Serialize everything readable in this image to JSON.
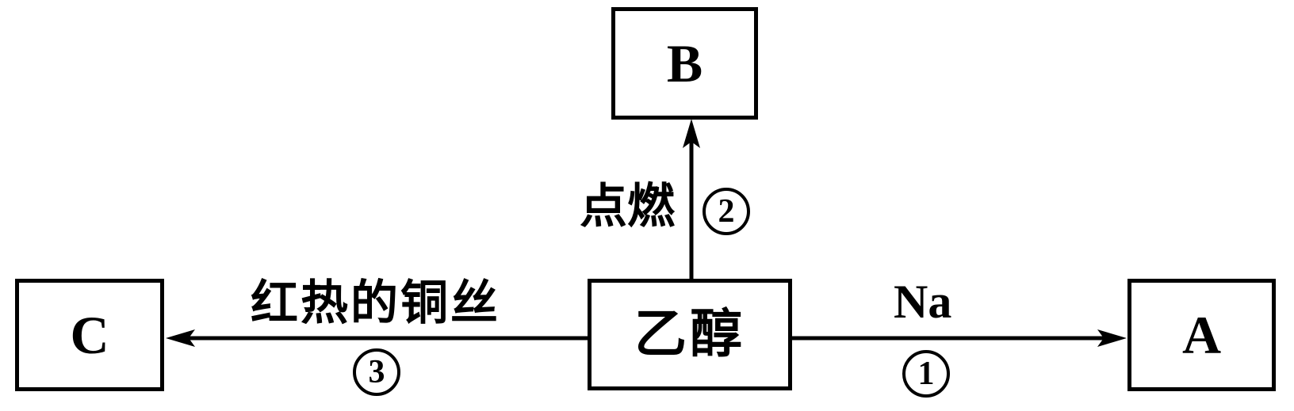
{
  "diagram": {
    "center": {
      "label": "乙醇"
    },
    "nodes": {
      "a": {
        "label": "A"
      },
      "b": {
        "label": "B"
      },
      "c": {
        "label": "C"
      }
    },
    "reactions": {
      "to_a": {
        "condition": "Na",
        "step": "1",
        "direction": "right"
      },
      "to_b": {
        "condition": "点燃",
        "step": "2",
        "direction": "up"
      },
      "to_c": {
        "condition": "红热的铜丝",
        "step": "3",
        "direction": "left"
      }
    }
  },
  "colors": {
    "line": "#000000",
    "background": "#ffffff"
  }
}
